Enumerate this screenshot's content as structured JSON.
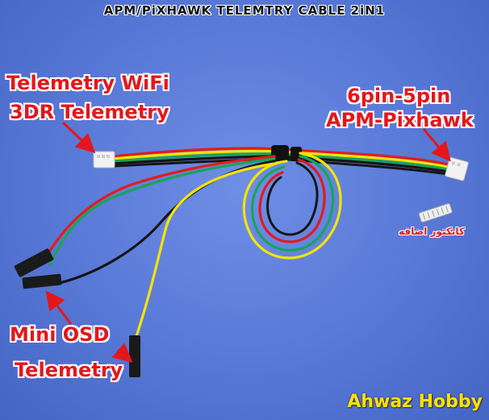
{
  "header": {
    "title": "APM/PiXHAWK TELEMTRY CABLE 2iN1"
  },
  "labels": {
    "telemetry_wifi": "Telemetry WiFi",
    "telemetry_3dr": "3DR Telemetry",
    "pins": "6pin-5pin",
    "apm_pixhawk": "APM-Pixhawk",
    "mini_osd": "Mini OSD",
    "telemetry": "Telemetry",
    "extra_connector": "کانکتور اضافه"
  },
  "brand": {
    "name": "Ahwaz Hobby"
  },
  "colors": {
    "background": "#5878d6",
    "label_red": "#e3171b",
    "brand_yellow": "#ffe100",
    "wire_red": "#e11c1c",
    "wire_green": "#1aa35a",
    "wire_yellow": "#f4e400",
    "wire_black": "#151515",
    "connector_white": "#f2f2f2"
  }
}
